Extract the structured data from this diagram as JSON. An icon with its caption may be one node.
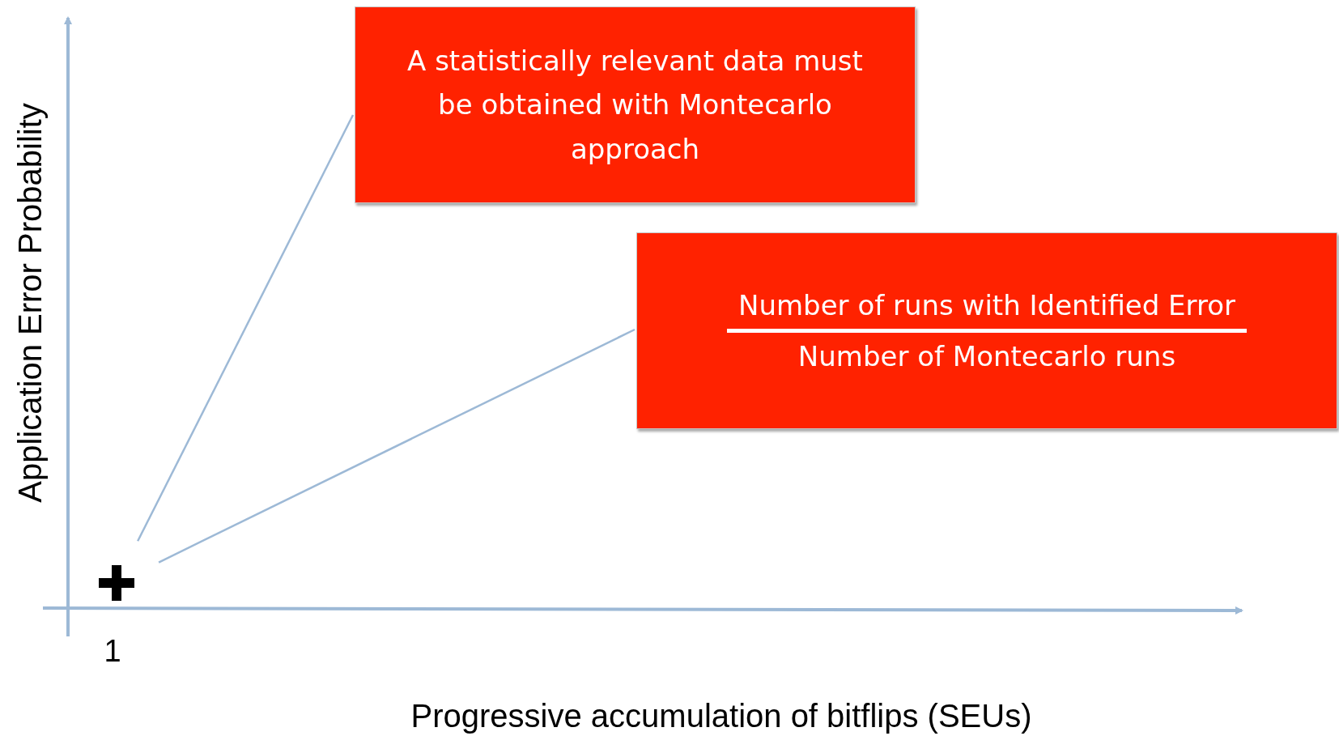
{
  "diagram": {
    "nodes": [
      {
        "text": [
          "A statistically relevant data must be obtained with Montecarlo approach"
        ]
      },
      {
        "text": [
          "Number of runs with Identified Error",
          "Number of Montecarlo runs"
        ]
      },
      {
        "text": [],
        "shape": "cross"
      }
    ],
    "edges": [
      {
        "from": 0,
        "to": 2,
        "arrow": "none"
      },
      {
        "from": 1,
        "to": 2,
        "arrow": "none"
      }
    ],
    "labels": [
      "Application Error Probability",
      "1",
      "Progressive accumulation of bitflips (SEUs)"
    ]
  }
}
